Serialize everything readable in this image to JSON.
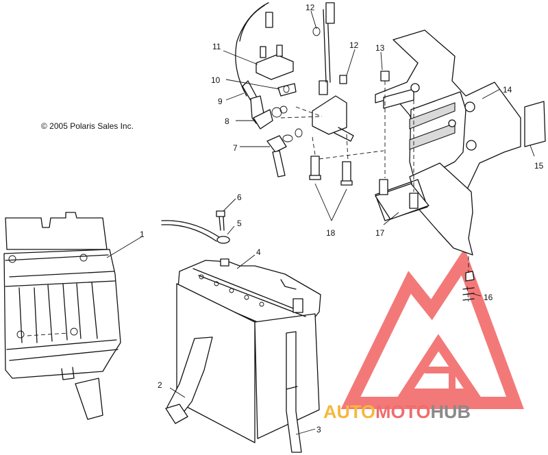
{
  "copyright": "© 2005 Polaris Sales Inc.",
  "callouts": {
    "c1": "1",
    "c2": "2",
    "c3": "3",
    "c4": "4",
    "c5": "5",
    "c6": "6",
    "c7": "7",
    "c8": "8",
    "c9": "9",
    "c10": "10",
    "c11": "11",
    "c12a": "12",
    "c12b": "12",
    "c13": "13",
    "c14": "14",
    "c15": "15",
    "c16": "16",
    "c17": "17",
    "c18": "18"
  },
  "watermark": {
    "part1": "AUTO",
    "part2": "MOTO",
    "part3": "HUB",
    "color_red": "#f26b6b",
    "color_gold": "#f5b83d",
    "color_gray": "#8a8a8a"
  }
}
